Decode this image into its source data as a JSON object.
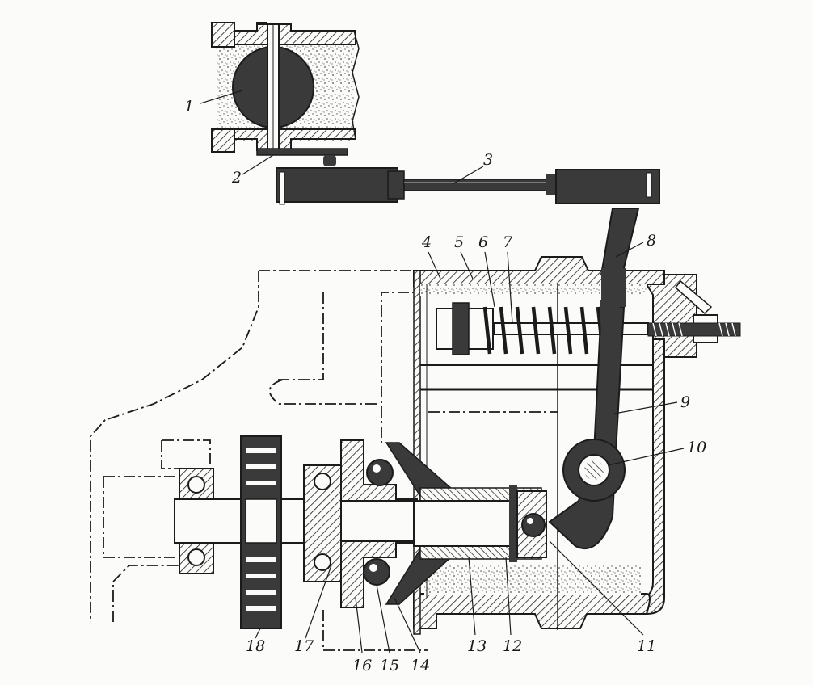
{
  "colors": {
    "ink": "#1b1b1b",
    "fill": "#3a3a3a",
    "paper": "#fbfbfa",
    "speckle": "#5a5a5a"
  },
  "labels": {
    "l1": "1",
    "l2": "2",
    "l3": "3",
    "l4": "4",
    "l5": "5",
    "l6": "6",
    "l7": "7",
    "l8": "8",
    "l9": "9",
    "l10": "10",
    "l11": "11",
    "l12": "12",
    "l13": "13",
    "l14": "14",
    "l15": "15",
    "l16": "16",
    "l17": "17",
    "l18": "18"
  }
}
